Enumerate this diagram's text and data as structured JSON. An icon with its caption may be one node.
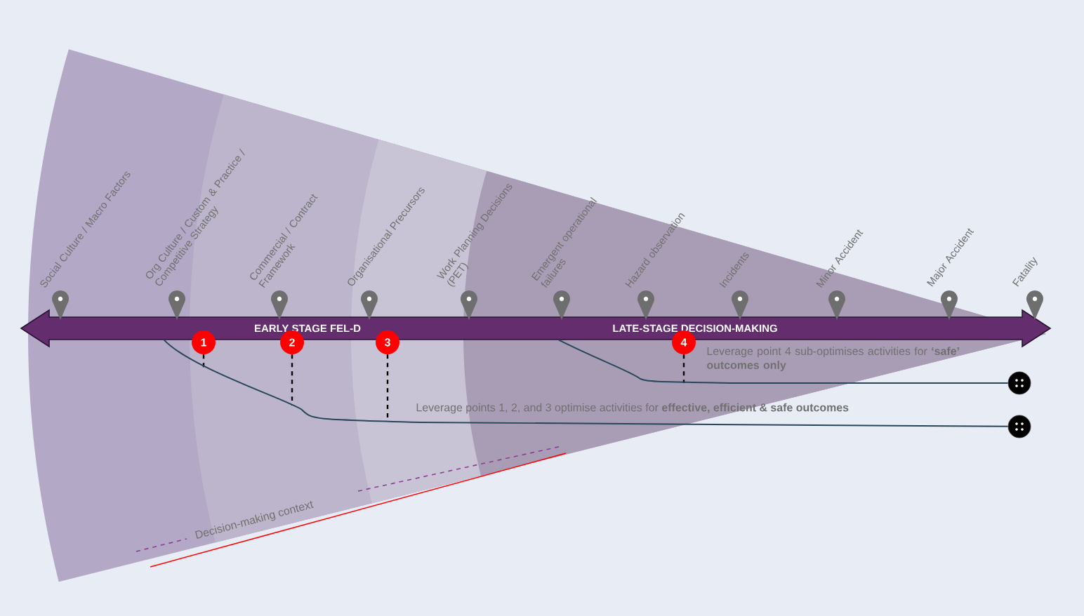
{
  "diagram": {
    "nodes": [
      {
        "text": [
          "EARLY STAGE FEL-D",
          "LATE-STAGE DECISION-MAKING"
        ]
      },
      {
        "text": [],
        "shape": "pin",
        "beside": [
          "Social Culture / Macro Factors"
        ]
      },
      {
        "text": [],
        "shape": "pin",
        "beside": [
          "Org Culture / Custom & Practice / Competitive Strategy"
        ]
      },
      {
        "text": [],
        "shape": "pin",
        "beside": [
          "Commercial / Contract Framework"
        ]
      },
      {
        "text": [],
        "shape": "pin",
        "beside": [
          "Organisational Precursors"
        ]
      },
      {
        "text": [],
        "shape": "pin",
        "beside": [
          "Work Planning Decisions (PET)"
        ]
      },
      {
        "text": [],
        "shape": "pin",
        "beside": [
          "Emergent operational failures"
        ]
      },
      {
        "text": [],
        "shape": "pin",
        "beside": [
          "Hazard observation"
        ]
      },
      {
        "text": [],
        "shape": "pin",
        "beside": [
          "Incidents"
        ]
      },
      {
        "text": [],
        "shape": "pin",
        "beside": [
          "Minor Accident"
        ]
      },
      {
        "text": [],
        "shape": "pin",
        "beside": [
          "Major Accident"
        ]
      },
      {
        "text": [],
        "shape": "pin",
        "beside": [
          "Fatality"
        ]
      },
      {
        "text": [
          "1"
        ]
      },
      {
        "text": [
          "2"
        ]
      },
      {
        "text": [
          "3"
        ]
      },
      {
        "text": [
          "4"
        ]
      },
      {
        "text": [],
        "shape": "circle"
      },
      {
        "text": [],
        "shape": "circle"
      }
    ],
    "edges": [
      {
        "from": 12,
        "to": null,
        "arrow": "none",
        "style": "dashed"
      },
      {
        "from": 13,
        "to": null,
        "arrow": "none",
        "style": "dashed"
      },
      {
        "from": 14,
        "to": null,
        "arrow": "none",
        "style": "dashed"
      },
      {
        "from": 15,
        "to": null,
        "arrow": "none",
        "style": "dashed"
      },
      {
        "from": 0,
        "to": 17,
        "arrow": "none"
      },
      {
        "from": 0,
        "to": 16,
        "arrow": "none"
      }
    ],
    "labels": [
      "Leverage point 4 sub-optimises activities for **‘safe’ outcomes only**",
      "Leverage points 1, 2, and 3 optimise activities for **effective, efficient & safe outcomes**",
      "Decision-making context"
    ]
  }
}
